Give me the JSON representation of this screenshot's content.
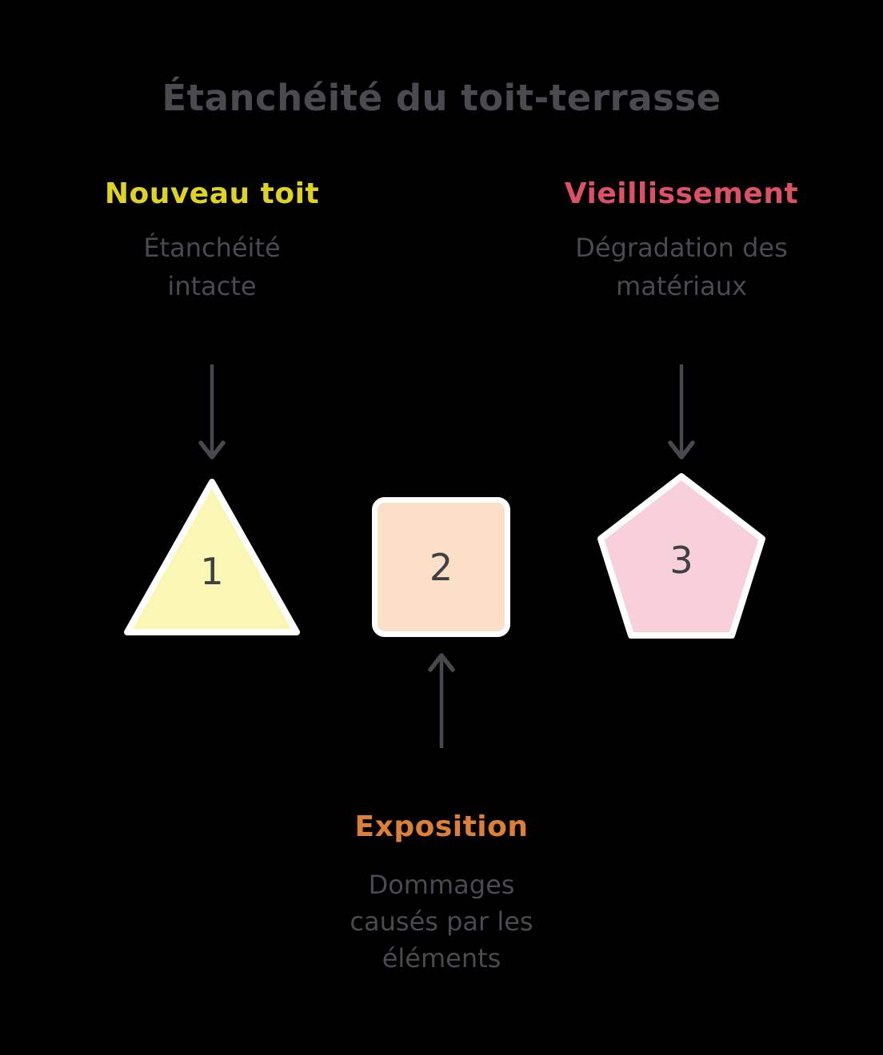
{
  "title": "Étanchéité du toit-terrasse",
  "columns": {
    "left": {
      "heading": "Nouveau toit",
      "description": "Étanchéité\nintacte"
    },
    "right": {
      "heading": "Vieillissement",
      "description": "Dégradation des\nmatériaux"
    },
    "bottom": {
      "heading": "Exposition",
      "description": "Dommages\ncausés par les\néléments"
    }
  },
  "shapes": [
    {
      "name": "triangle",
      "number": "1"
    },
    {
      "name": "square",
      "number": "2"
    },
    {
      "name": "pentagon",
      "number": "3"
    }
  ],
  "colors": {
    "background": "#000000",
    "title_text": "#4a4a50",
    "body_text": "#4a4a50",
    "heading_left": "#ded222",
    "heading_right": "#dd5166",
    "heading_bottom": "#dd8037",
    "triangle_fill": "#faf6b4",
    "square_fill": "#fbdfc7",
    "pentagon_fill": "#f8d0da",
    "shape_border": "#ffffff",
    "arrow": "#48484e",
    "number_text": "#3f3f46"
  }
}
